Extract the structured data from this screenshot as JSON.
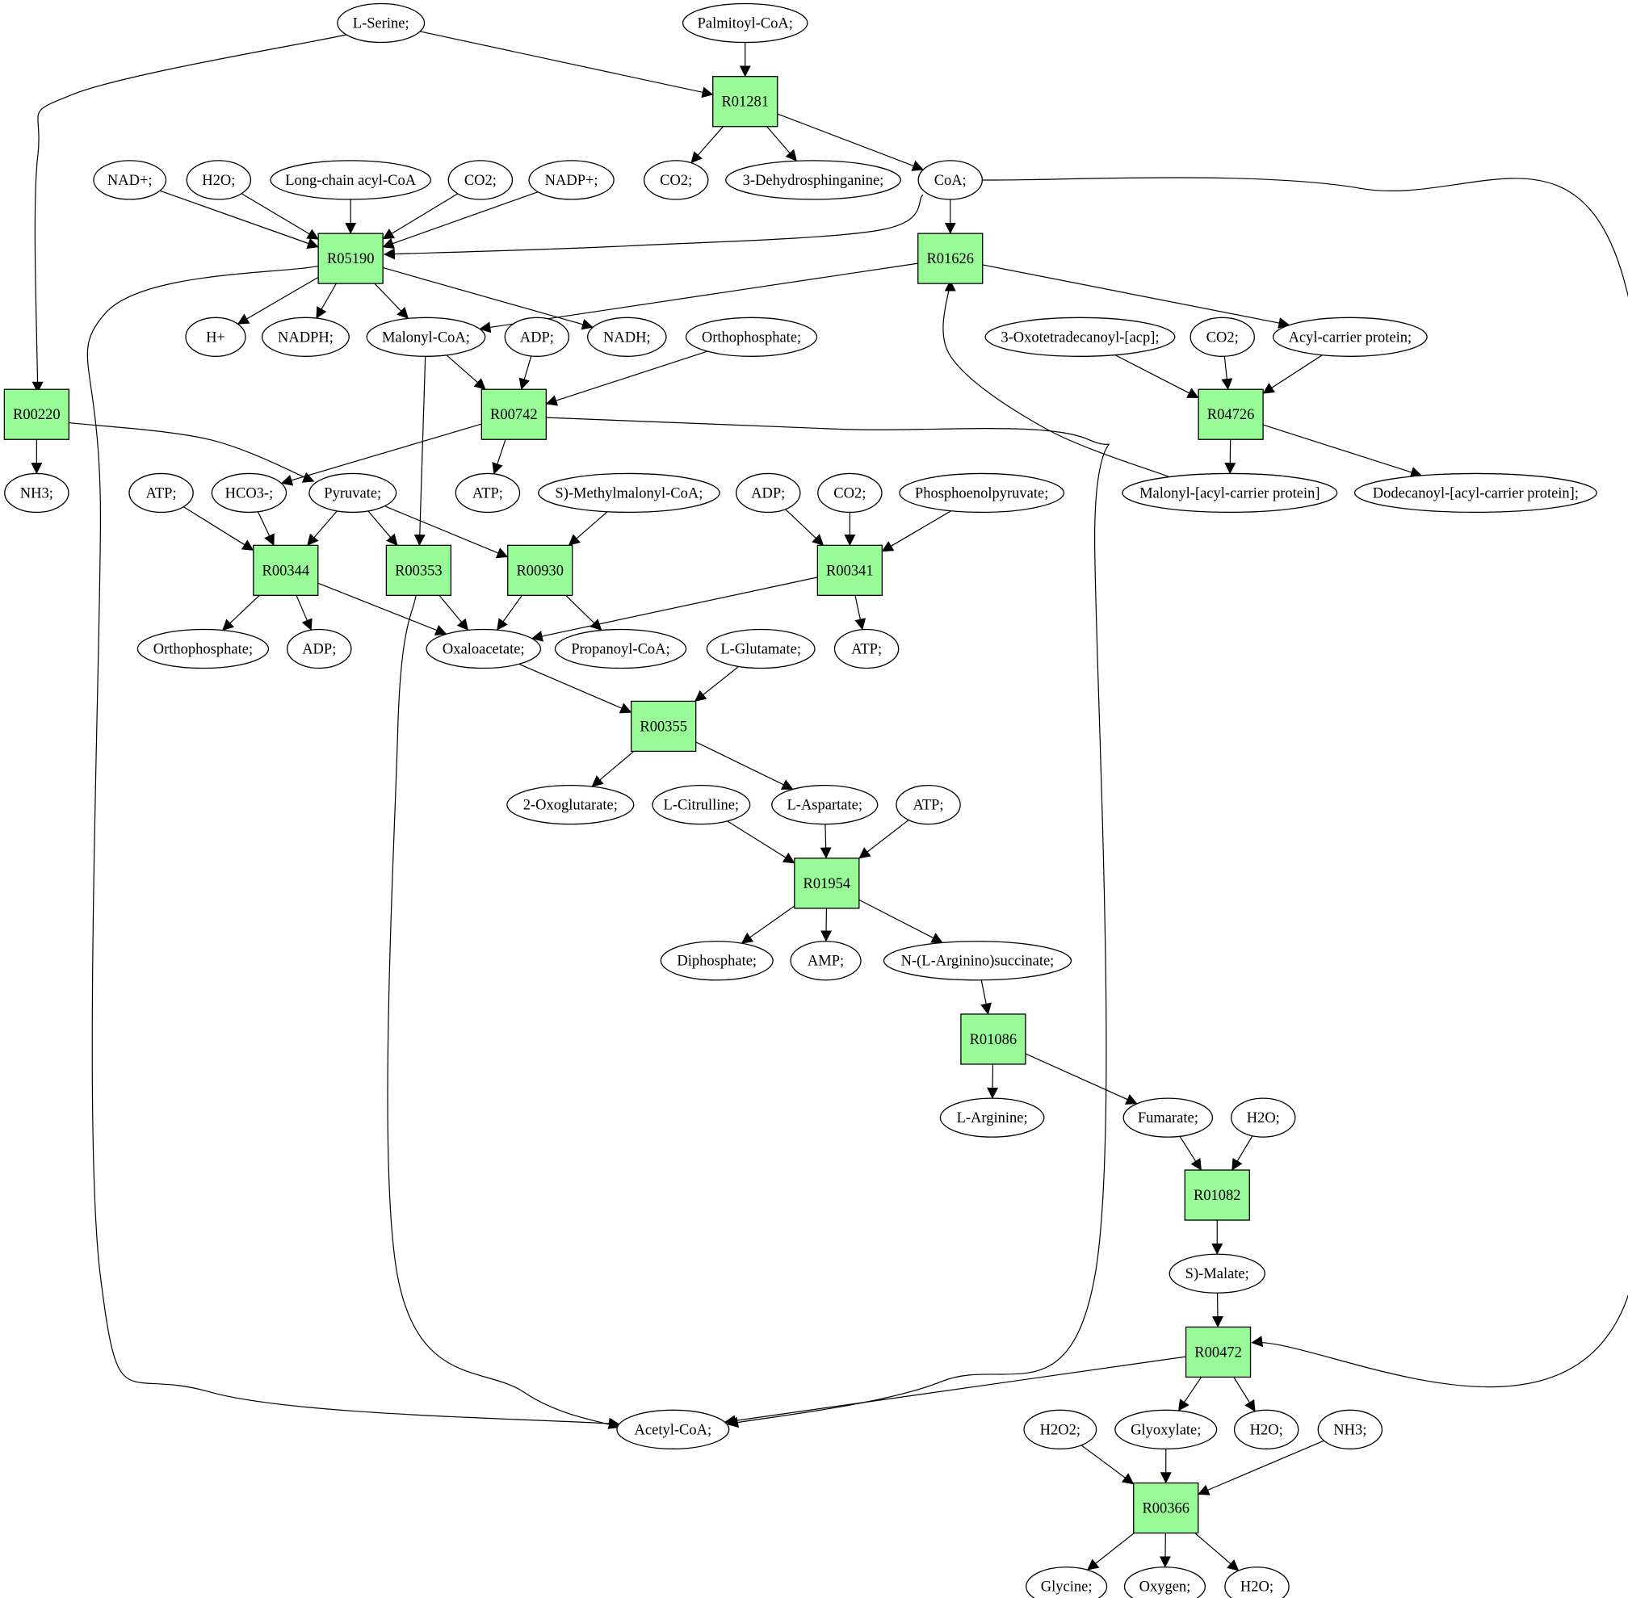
{
  "colors": {
    "reaction_fill": "#98fb98",
    "source_fill": "#00ff00",
    "target_fill": "#ffff00",
    "compound_fill": "#ffffff",
    "stroke": "#000000"
  },
  "nodes": [
    {
      "id": "serine",
      "label": "L-Serine;",
      "kind": "compound",
      "role": "source"
    },
    {
      "id": "palmitoylcoa",
      "label": "Palmitoyl-CoA;",
      "kind": "compound"
    },
    {
      "id": "R01281",
      "label": "R01281",
      "kind": "reaction"
    },
    {
      "id": "co2_a",
      "label": "CO2;",
      "kind": "compound"
    },
    {
      "id": "dehydrosph",
      "label": "3-Dehydrosphinganine;",
      "kind": "compound"
    },
    {
      "id": "coa",
      "label": "CoA;",
      "kind": "compound"
    },
    {
      "id": "nad",
      "label": "NAD+;",
      "kind": "compound"
    },
    {
      "id": "h2o_a",
      "label": "H2O;",
      "kind": "compound"
    },
    {
      "id": "lcacylcoa",
      "label": "Long-chain acyl-CoA",
      "kind": "compound"
    },
    {
      "id": "co2_b",
      "label": "CO2;",
      "kind": "compound"
    },
    {
      "id": "nadp",
      "label": "NADP+;",
      "kind": "compound"
    },
    {
      "id": "R05190",
      "label": "R05190",
      "kind": "reaction"
    },
    {
      "id": "R01626",
      "label": "R01626",
      "kind": "reaction"
    },
    {
      "id": "hplus",
      "label": "H+",
      "kind": "compound"
    },
    {
      "id": "nadph",
      "label": "NADPH;",
      "kind": "compound"
    },
    {
      "id": "malonylcoa",
      "label": "Malonyl-CoA;",
      "kind": "compound"
    },
    {
      "id": "adp_a",
      "label": "ADP;",
      "kind": "compound"
    },
    {
      "id": "nadh",
      "label": "NADH;",
      "kind": "compound"
    },
    {
      "id": "orthophos_a",
      "label": "Orthophosphate;",
      "kind": "compound"
    },
    {
      "id": "oxotetra",
      "label": "3-Oxotetradecanoyl-[acp];",
      "kind": "compound"
    },
    {
      "id": "co2_c",
      "label": "CO2;",
      "kind": "compound"
    },
    {
      "id": "acp",
      "label": "Acyl-carrier protein;",
      "kind": "compound"
    },
    {
      "id": "R00220",
      "label": "R00220",
      "kind": "reaction"
    },
    {
      "id": "R00742",
      "label": "R00742",
      "kind": "reaction"
    },
    {
      "id": "R04726",
      "label": "R04726",
      "kind": "reaction"
    },
    {
      "id": "nh3_a",
      "label": "NH3;",
      "kind": "compound"
    },
    {
      "id": "atp_a",
      "label": "ATP;",
      "kind": "compound"
    },
    {
      "id": "hco3",
      "label": "HCO3-;",
      "kind": "compound"
    },
    {
      "id": "pyruvate",
      "label": "Pyruvate;",
      "kind": "compound"
    },
    {
      "id": "atp_b",
      "label": "ATP;",
      "kind": "compound"
    },
    {
      "id": "methylmalonyl",
      "label": "S)-Methylmalonyl-CoA;",
      "kind": "compound"
    },
    {
      "id": "adp_b",
      "label": "ADP;",
      "kind": "compound"
    },
    {
      "id": "co2_d",
      "label": "CO2;",
      "kind": "compound"
    },
    {
      "id": "pep",
      "label": "Phosphoenolpyruvate;",
      "kind": "compound"
    },
    {
      "id": "malonylacp",
      "label": "Malonyl-[acyl-carrier protein]",
      "kind": "compound"
    },
    {
      "id": "dodecanoyl",
      "label": "Dodecanoyl-[acyl-carrier protein];",
      "kind": "compound"
    },
    {
      "id": "R00344",
      "label": "R00344",
      "kind": "reaction"
    },
    {
      "id": "R00353",
      "label": "R00353",
      "kind": "reaction"
    },
    {
      "id": "R00930",
      "label": "R00930",
      "kind": "reaction"
    },
    {
      "id": "R00341",
      "label": "R00341",
      "kind": "reaction"
    },
    {
      "id": "orthophos_b",
      "label": "Orthophosphate;",
      "kind": "compound"
    },
    {
      "id": "adp_c",
      "label": "ADP;",
      "kind": "compound"
    },
    {
      "id": "oxaloacetate",
      "label": "Oxaloacetate;",
      "kind": "compound"
    },
    {
      "id": "propanoylcoa",
      "label": "Propanoyl-CoA;",
      "kind": "compound"
    },
    {
      "id": "glutamate",
      "label": "L-Glutamate;",
      "kind": "compound"
    },
    {
      "id": "atp_c",
      "label": "ATP;",
      "kind": "compound"
    },
    {
      "id": "R00355",
      "label": "R00355",
      "kind": "reaction"
    },
    {
      "id": "oxoglutarate",
      "label": "2-Oxoglutarate;",
      "kind": "compound"
    },
    {
      "id": "citrulline",
      "label": "L-Citrulline;",
      "kind": "compound"
    },
    {
      "id": "aspartate",
      "label": "L-Aspartate;",
      "kind": "compound"
    },
    {
      "id": "atp_d",
      "label": "ATP;",
      "kind": "compound"
    },
    {
      "id": "R01954",
      "label": "R01954",
      "kind": "reaction"
    },
    {
      "id": "diphosphate",
      "label": "Diphosphate;",
      "kind": "compound"
    },
    {
      "id": "amp",
      "label": "AMP;",
      "kind": "compound"
    },
    {
      "id": "argsucc",
      "label": "N-(L-Arginino)succinate;",
      "kind": "compound"
    },
    {
      "id": "R01086",
      "label": "R01086",
      "kind": "reaction"
    },
    {
      "id": "arginine",
      "label": "L-Arginine;",
      "kind": "compound"
    },
    {
      "id": "fumarate",
      "label": "Fumarate;",
      "kind": "compound"
    },
    {
      "id": "h2o_b",
      "label": "H2O;",
      "kind": "compound"
    },
    {
      "id": "R01082",
      "label": "R01082",
      "kind": "reaction"
    },
    {
      "id": "malate",
      "label": "S)-Malate;",
      "kind": "compound"
    },
    {
      "id": "R00472",
      "label": "R00472",
      "kind": "reaction"
    },
    {
      "id": "acetylcoa",
      "label": "Acetyl-CoA;",
      "kind": "compound"
    },
    {
      "id": "h2o2",
      "label": "H2O2;",
      "kind": "compound"
    },
    {
      "id": "glyoxylate",
      "label": "Glyoxylate;",
      "kind": "compound"
    },
    {
      "id": "h2o_c",
      "label": "H2O;",
      "kind": "compound"
    },
    {
      "id": "nh3_b",
      "label": "NH3;",
      "kind": "compound"
    },
    {
      "id": "R00366",
      "label": "R00366",
      "kind": "reaction"
    },
    {
      "id": "glycine",
      "label": "Glycine;",
      "kind": "compound",
      "role": "target"
    },
    {
      "id": "oxygen",
      "label": "Oxygen;",
      "kind": "compound"
    },
    {
      "id": "h2o_d",
      "label": "H2O;",
      "kind": "compound"
    }
  ],
  "edges": [
    [
      "serine",
      "R01281"
    ],
    [
      "serine",
      "R00220"
    ],
    [
      "palmitoylcoa",
      "R01281"
    ],
    [
      "R01281",
      "co2_a"
    ],
    [
      "R01281",
      "dehydrosph"
    ],
    [
      "R01281",
      "coa"
    ],
    [
      "nad",
      "R05190"
    ],
    [
      "h2o_a",
      "R05190"
    ],
    [
      "lcacylcoa",
      "R05190"
    ],
    [
      "co2_b",
      "R05190"
    ],
    [
      "nadp",
      "R05190"
    ],
    [
      "coa",
      "R05190"
    ],
    [
      "coa",
      "R01626"
    ],
    [
      "coa",
      "R00472"
    ],
    [
      "R05190",
      "hplus"
    ],
    [
      "R05190",
      "nadph"
    ],
    [
      "R05190",
      "malonylcoa"
    ],
    [
      "R05190",
      "nadh"
    ],
    [
      "R05190",
      "acetylcoa"
    ],
    [
      "R01626",
      "malonylcoa"
    ],
    [
      "R01626",
      "acp"
    ],
    [
      "malonylacp",
      "R01626"
    ],
    [
      "malonylcoa",
      "R00742"
    ],
    [
      "adp_a",
      "R00742"
    ],
    [
      "orthophos_a",
      "R00742"
    ],
    [
      "malonylcoa",
      "R00353"
    ],
    [
      "R00742",
      "hco3"
    ],
    [
      "R00742",
      "atp_b"
    ],
    [
      "R00742",
      "acetylcoa"
    ],
    [
      "oxotetra",
      "R04726"
    ],
    [
      "co2_c",
      "R04726"
    ],
    [
      "acp",
      "R04726"
    ],
    [
      "R04726",
      "malonylacp"
    ],
    [
      "R04726",
      "dodecanoyl"
    ],
    [
      "R00220",
      "nh3_a"
    ],
    [
      "R00220",
      "pyruvate"
    ],
    [
      "atp_a",
      "R00344"
    ],
    [
      "hco3",
      "R00344"
    ],
    [
      "pyruvate",
      "R00344"
    ],
    [
      "pyruvate",
      "R00353"
    ],
    [
      "pyruvate",
      "R00930"
    ],
    [
      "methylmalonyl",
      "R00930"
    ],
    [
      "adp_b",
      "R00341"
    ],
    [
      "co2_d",
      "R00341"
    ],
    [
      "pep",
      "R00341"
    ],
    [
      "R00344",
      "orthophos_b"
    ],
    [
      "R00344",
      "adp_c"
    ],
    [
      "R00344",
      "oxaloacetate"
    ],
    [
      "R00353",
      "oxaloacetate"
    ],
    [
      "R00353",
      "acetylcoa"
    ],
    [
      "R00930",
      "oxaloacetate"
    ],
    [
      "R00930",
      "propanoylcoa"
    ],
    [
      "R00341",
      "oxaloacetate"
    ],
    [
      "R00341",
      "atp_c"
    ],
    [
      "oxaloacetate",
      "R00355"
    ],
    [
      "glutamate",
      "R00355"
    ],
    [
      "R00355",
      "oxoglutarate"
    ],
    [
      "R00355",
      "aspartate"
    ],
    [
      "citrulline",
      "R01954"
    ],
    [
      "aspartate",
      "R01954"
    ],
    [
      "atp_d",
      "R01954"
    ],
    [
      "R01954",
      "diphosphate"
    ],
    [
      "R01954",
      "amp"
    ],
    [
      "R01954",
      "argsucc"
    ],
    [
      "argsucc",
      "R01086"
    ],
    [
      "R01086",
      "arginine"
    ],
    [
      "R01086",
      "fumarate"
    ],
    [
      "fumarate",
      "R01082"
    ],
    [
      "h2o_b",
      "R01082"
    ],
    [
      "R01082",
      "malate"
    ],
    [
      "malate",
      "R00472"
    ],
    [
      "R00472",
      "acetylcoa"
    ],
    [
      "R00472",
      "glyoxylate"
    ],
    [
      "R00472",
      "h2o_c"
    ],
    [
      "h2o2",
      "R00366"
    ],
    [
      "glyoxylate",
      "R00366"
    ],
    [
      "nh3_b",
      "R00366"
    ],
    [
      "R00366",
      "glycine"
    ],
    [
      "R00366",
      "oxygen"
    ],
    [
      "R00366",
      "h2o_d"
    ]
  ]
}
